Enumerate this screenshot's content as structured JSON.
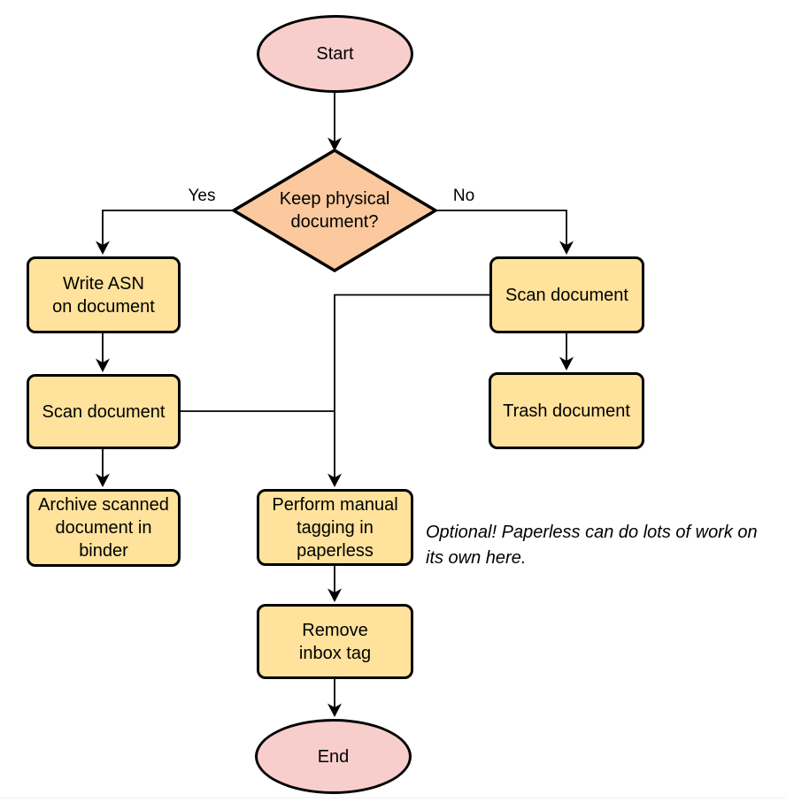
{
  "colors": {
    "terminal_fill": "#F8CECC",
    "decision_fill": "#FBC99D",
    "process_fill": "#FFE29B",
    "stroke": "#000000"
  },
  "nodes": {
    "start": {
      "label": "Start",
      "type": "terminal"
    },
    "decision": {
      "label": "Keep physical\ndocument?",
      "type": "decision"
    },
    "write_asn": {
      "label": "Write ASN\non document",
      "type": "process"
    },
    "scan_left": {
      "label": "Scan document",
      "type": "process"
    },
    "archive": {
      "label": "Archive scanned\ndocument in\nbinder",
      "type": "process"
    },
    "scan_right": {
      "label": "Scan document",
      "type": "process"
    },
    "trash": {
      "label": "Trash document",
      "type": "process"
    },
    "tagging": {
      "label": "Perform manual\ntagging in\npaperless",
      "type": "process"
    },
    "remove_inbox": {
      "label": "Remove\ninbox tag",
      "type": "process"
    },
    "end": {
      "label": "End",
      "type": "terminal"
    }
  },
  "edge_labels": {
    "yes": "Yes",
    "no": "No"
  },
  "annotation": {
    "text": "Optional! Paperless can do lots of work on\nits own here."
  }
}
